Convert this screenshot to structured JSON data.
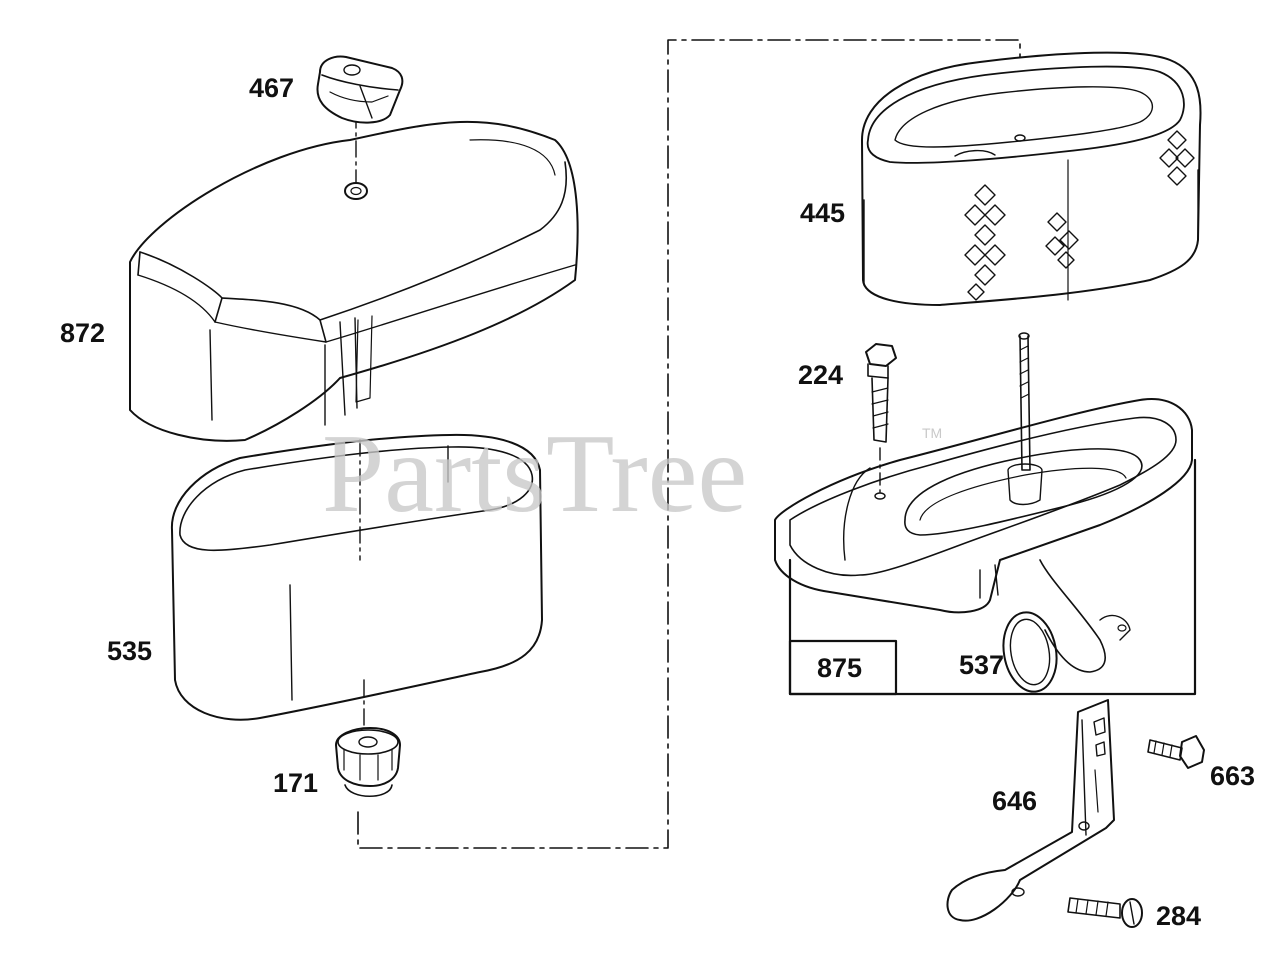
{
  "watermark": {
    "text": "PartsTree",
    "mark": "TM"
  },
  "colors": {
    "line": "#111111",
    "paper": "#ffffff",
    "watermark": "#c9c9c9"
  },
  "callouts": {
    "p467": "467",
    "p872": "872",
    "p535": "535",
    "p171": "171",
    "p445": "445",
    "p224": "224",
    "p875": "875",
    "p537": "537",
    "p646": "646",
    "p663": "663",
    "p284": "284"
  },
  "parts": [
    {
      "number": "467",
      "icon": "knob-icon"
    },
    {
      "number": "872",
      "icon": "air-cleaner-cover-icon"
    },
    {
      "number": "535",
      "icon": "pre-cleaner-icon"
    },
    {
      "number": "171",
      "icon": "grommet-nut-icon"
    },
    {
      "number": "445",
      "icon": "air-filter-cartridge-icon"
    },
    {
      "number": "224",
      "icon": "hex-bolt-icon"
    },
    {
      "number": "875",
      "icon": "air-cleaner-base-icon"
    },
    {
      "number": "537",
      "icon": "o-ring-icon"
    },
    {
      "number": "646",
      "icon": "bracket-icon"
    },
    {
      "number": "663",
      "icon": "screw-icon"
    },
    {
      "number": "284",
      "icon": "screw-icon"
    }
  ]
}
